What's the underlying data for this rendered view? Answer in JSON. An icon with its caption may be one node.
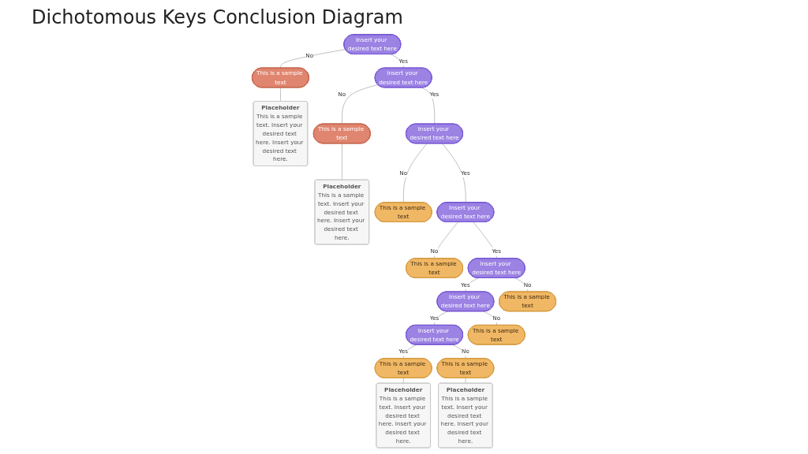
{
  "diagram": {
    "title": "Dichotomous Keys Conclusion Diagram",
    "nodes": [
      {
        "text": [
          "Insert your desired text here"
        ]
      },
      {
        "text": [
          "Placeholder",
          "This is a sample text. Insert your desired text here. Insert your desired text here."
        ]
      },
      {
        "text": [
          "Insert your desired text here"
        ]
      },
      {
        "text": [
          "This is a sample text"
        ]
      },
      {
        "text": [
          "Insert your desired text here"
        ]
      },
      {
        "text": [
          "This is a sample text"
        ]
      },
      {
        "text": [
          "Placeholder",
          "This is a sample text. Insert your desired text here. Insert your desired text here."
        ]
      },
      {
        "text": [
          "This is a sample text"
        ]
      },
      {
        "text": [
          "Insert your desired text here"
        ]
      },
      {
        "text": [
          "This is a sample text"
        ]
      },
      {
        "text": [
          "Insert your desired text here"
        ]
      },
      {
        "text": [
          "Placeholder",
          "This is a sample text. Insert your desired text here. Insert your desired text here."
        ]
      },
      {
        "text": [
          "Insert your desired text here"
        ]
      },
      {
        "text": [
          "This is a sample text"
        ]
      },
      {
        "text": [
          "Placeholder",
          "This is a sample text. Insert your desired text here. Insert your desired text here."
        ]
      },
      {
        "text": [
          "Insert your desired text here"
        ]
      },
      {
        "text": [
          "This is a sample text"
        ]
      },
      {
        "text": [
          "This is a sample text"
        ]
      },
      {
        "text": [
          "This is a sample text"
        ]
      }
    ],
    "edges": [
      {
        "from": 0,
        "to": 2,
        "arrow": "none",
        "label": "Yes"
      },
      {
        "from": 0,
        "to": 3,
        "arrow": "none",
        "label": "No"
      },
      {
        "from": 2,
        "to": 4,
        "arrow": "none",
        "label": "Yes"
      },
      {
        "from": 2,
        "to": 5,
        "arrow": "none",
        "label": "No"
      },
      {
        "from": 4,
        "to": 7,
        "arrow": "none",
        "label": "No"
      },
      {
        "from": 4,
        "to": 8,
        "arrow": "none",
        "label": "Yes"
      },
      {
        "from": 8,
        "to": 9,
        "arrow": "none",
        "label": "No"
      },
      {
        "from": 8,
        "to": 10,
        "arrow": "none",
        "label": "Yes"
      },
      {
        "from": 10,
        "to": 12,
        "arrow": "none",
        "label": "Yes"
      },
      {
        "from": 10,
        "to": 13,
        "arrow": "none",
        "label": "No"
      },
      {
        "from": 12,
        "to": 15,
        "arrow": "none",
        "label": "Yes"
      },
      {
        "from": 12,
        "to": 16,
        "arrow": "none",
        "label": "No"
      },
      {
        "from": 15,
        "to": 17,
        "arrow": "none",
        "label": "Yes"
      },
      {
        "from": 15,
        "to": 18,
        "arrow": "none",
        "label": "No"
      },
      {
        "from": 3,
        "to": 1,
        "arrow": "none"
      },
      {
        "from": 5,
        "to": 6,
        "arrow": "none"
      },
      {
        "from": 18,
        "to": 11,
        "arrow": "none"
      },
      {
        "from": 17,
        "to": 14,
        "arrow": "none"
      }
    ]
  }
}
